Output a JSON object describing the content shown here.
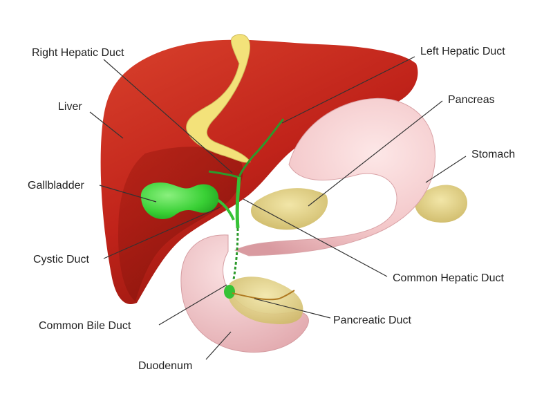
{
  "labels": {
    "right_hepatic_duct": "Right Hepatic Duct",
    "left_hepatic_duct": "Left Hepatic Duct",
    "liver": "Liver",
    "pancreas": "Pancreas",
    "stomach": "Stomach",
    "gallbladder": "Gallbladder",
    "cystic_duct": "Cystic Duct",
    "common_hepatic_duct": "Common Hepatic Duct",
    "common_bile_duct": "Common Bile Duct",
    "pancreatic_duct": "Pancreatic Duct",
    "duodenum": "Duodenum"
  },
  "colors": {
    "liver": "#c8281a",
    "liver_dark": "#9a1a10",
    "stomach": "#f2c4c6",
    "pancreas": "#e6d58a",
    "gallbladder": "#3fd63a",
    "ligament": "#f3e27a",
    "leader_line": "#333333"
  }
}
